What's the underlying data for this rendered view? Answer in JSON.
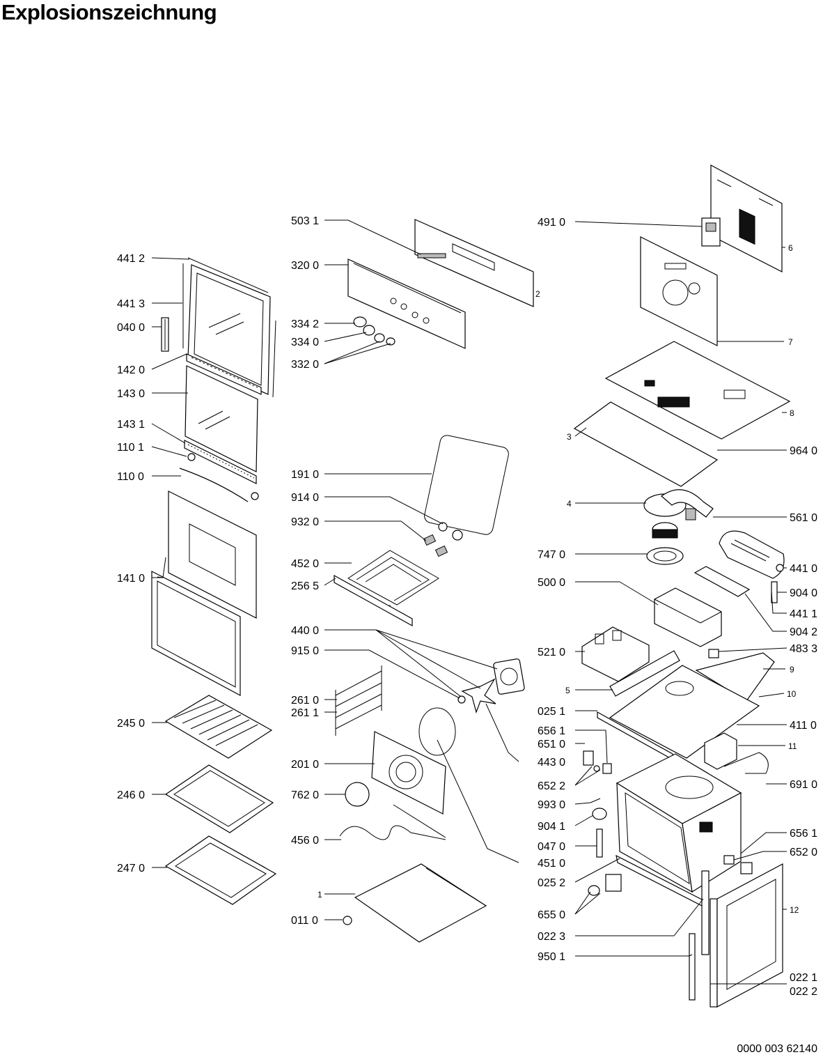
{
  "title": "Explosionszeichnung",
  "doc_number": "0000 003 62140",
  "left_labels": [
    "441 2",
    "441 3",
    "040 0",
    "142 0",
    "143 0",
    "143 1",
    "110 1",
    "110 0",
    "141 0",
    "245 0",
    "246 0",
    "247 0"
  ],
  "mid_labels": [
    "503 1",
    "320 0",
    "334 2",
    "334 0",
    "332 0",
    "191 0",
    "914 0",
    "932 0",
    "452 0",
    "256 5",
    "440 0",
    "915 0",
    "261 0",
    "261 1",
    "201 0",
    "762 0",
    "456 0",
    "1",
    "011 0",
    "451 0",
    "443 0",
    "2"
  ],
  "right_labels": [
    "491 0",
    "6",
    "7",
    "8",
    "3",
    "964 0",
    "4",
    "561 0",
    "747 0",
    "441 0",
    "500 0",
    "904 0",
    "441 1",
    "904 2",
    "521 0",
    "483 3",
    "9",
    "5",
    "10",
    "025 1",
    "656 1",
    "651 0",
    "411 0",
    "11",
    "652 2",
    "691 0",
    "993 0",
    "904 1",
    "656 1",
    "047 0",
    "652 0",
    "025 2",
    "12",
    "655 0",
    "022 3",
    "950 1",
    "022 1",
    "022 2"
  ]
}
